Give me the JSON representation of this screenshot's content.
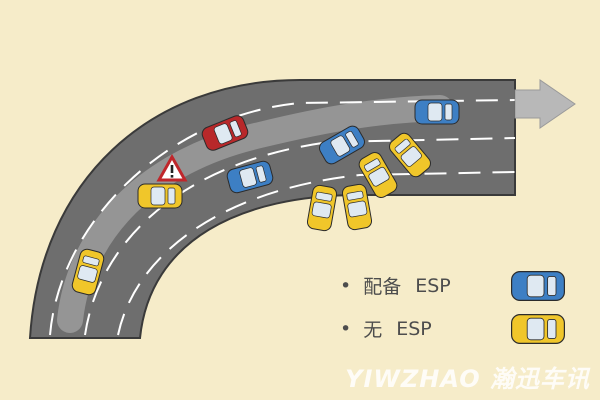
{
  "legend": [
    {
      "bullet": "•",
      "label": "配备",
      "term": "ESP",
      "car_color": "#3d7fc4"
    },
    {
      "bullet": "•",
      "label": "无",
      "term": "ESP",
      "car_color": "#f0c62a"
    }
  ],
  "watermark": {
    "latin": "YIWZHAO",
    "chinese": "瀚迅车讯"
  },
  "colors": {
    "background": "#f6ecc9",
    "road": "#6e6e6e",
    "road_edge": "#3a3a3a",
    "lane_line": "#ffffff",
    "arrow": "#b8b8b8",
    "car_blue": "#3d7fc4",
    "car_yellow": "#f0c62a",
    "car_red": "#b8282a"
  },
  "icons": [
    "warning-triangle-icon",
    "arrow-right-icon"
  ]
}
